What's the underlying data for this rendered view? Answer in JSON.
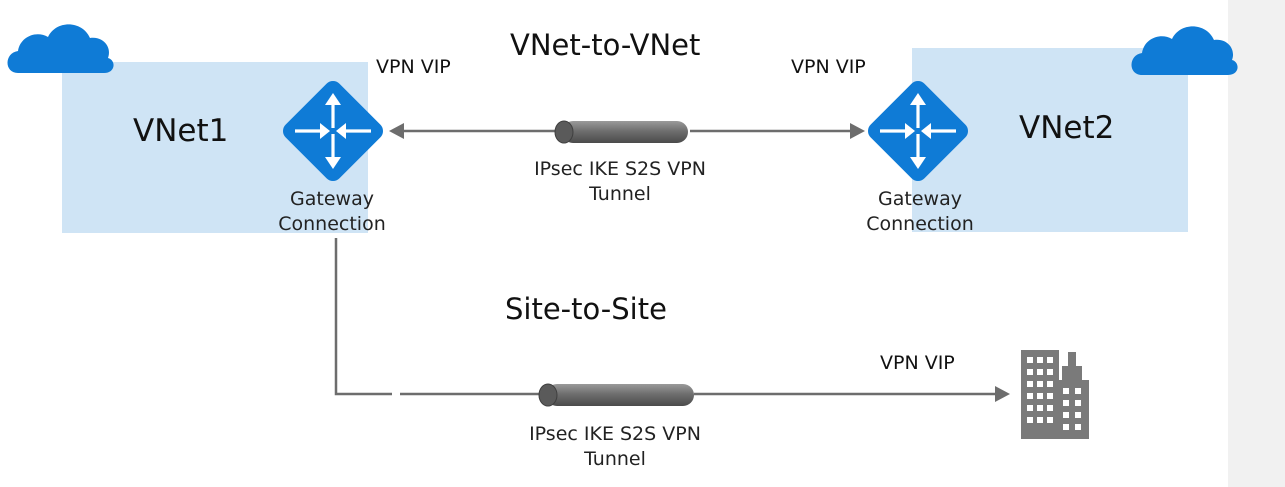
{
  "sections": {
    "vnet_to_vnet": "VNet-to-VNet",
    "site_to_site": "Site-to-Site"
  },
  "vnet1": {
    "label": "VNet1",
    "vpn_vip": "VPN VIP",
    "gateway_line1": "Gateway",
    "gateway_line2": "Connection"
  },
  "vnet2": {
    "label": "VNet2",
    "vpn_vip": "VPN VIP",
    "gateway_line1": "Gateway",
    "gateway_line2": "Connection"
  },
  "tunnel_v2v": {
    "line1": "IPsec IKE S2S VPN",
    "line2": "Tunnel"
  },
  "tunnel_s2s": {
    "line1": "IPsec IKE S2S VPN",
    "line2": "Tunnel"
  },
  "onprem_site": {
    "vpn_vip": "VPN VIP",
    "icon": "building-icon"
  },
  "icons": {
    "cloud": "cloud-icon",
    "gateway": "gateway-router-icon",
    "tunnel": "vpn-tunnel-pipe-icon"
  },
  "colors": {
    "vnet_fill": "#cfe4f5",
    "azure_blue": "#0f7bd6",
    "connector": "#6d6d6d",
    "building": "#7a7a7a"
  }
}
